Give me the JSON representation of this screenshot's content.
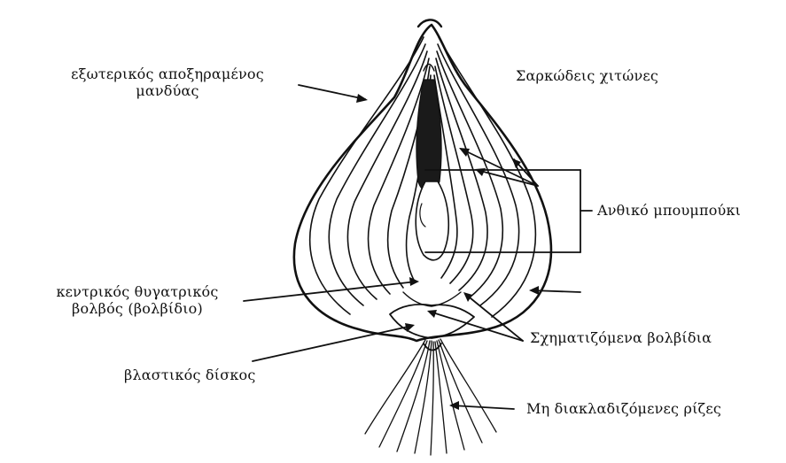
{
  "labels": {
    "outer_tunic_line1": "εξωτερικός αποξηραμένος",
    "outer_tunic_line2": "μανδύας",
    "fleshy_scales": "Σαρκώδεις χιτώνες",
    "flower_bud": "Ανθικό μπουμπούκι",
    "daughter_bulb_line1": "κεντρικός θυγατρικός",
    "daughter_bulb_line2": "βολβός (βολβίδιο)",
    "forming_bulblets": "Σχηματιζόμενα βολβίδια",
    "basal_plate": "βλαστικός δίσκος",
    "roots": "Μη διακλαδιζόμενες ρίζες"
  },
  "colors": {
    "ink": "#111111",
    "background": "#ffffff"
  }
}
